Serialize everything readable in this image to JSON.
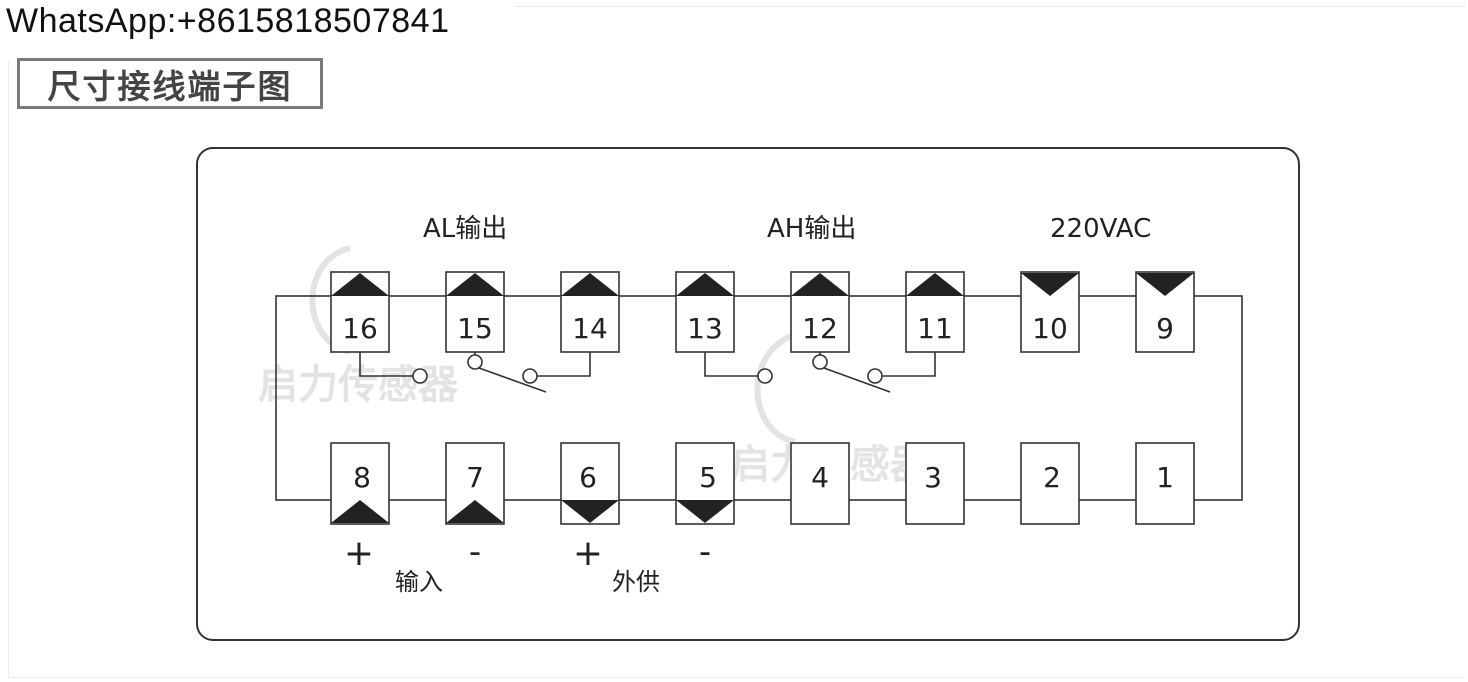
{
  "header": {
    "contact": "WhatsApp:+8615818507841",
    "section_title": "尺寸接线端子图"
  },
  "diagram": {
    "group_labels": {
      "al_output": "AL输出",
      "ah_output": "AH输出",
      "power": "220VAC"
    },
    "top_terminals": [
      "16",
      "15",
      "14",
      "13",
      "12",
      "11",
      "10",
      "9"
    ],
    "bottom_terminals": [
      "8",
      "7",
      "6",
      "5",
      "4",
      "3",
      "2",
      "1"
    ],
    "polarity": {
      "t8": "+",
      "t7": "-",
      "t6": "+",
      "t5": "-"
    },
    "bottom_labels": {
      "input": "输入",
      "supply": "外供"
    },
    "watermark": {
      "text": "启力传感器"
    },
    "colors": {
      "line": "#333333",
      "fill": "#222222",
      "watermark": "#e3e3e3"
    }
  }
}
